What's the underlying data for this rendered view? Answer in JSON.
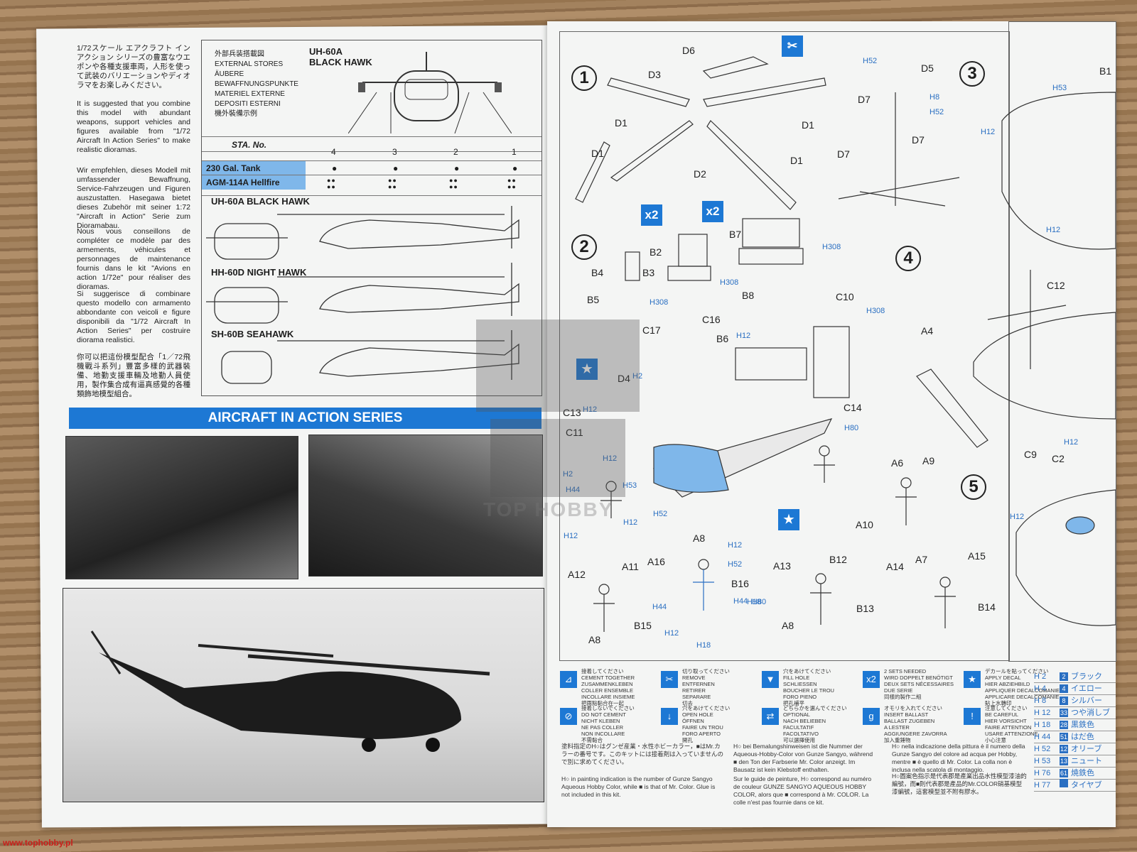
{
  "left_page": {
    "intro_jp": "1/72スケール エアクラフト イン アクション シリーズの豊富なウエポンや各種支援車両，人形を使って武装のバリエーションやディオラマをお楽しみください。",
    "intro_en": "It is suggested that you combine this model with abundant weapons, support vehicles and figures available from \"1/72 Aircraft In Action Series\" to make realistic dioramas.",
    "intro_de": "Wir empfehlen, dieses Modell mit umfassender Bewaffnung, Service-Fahrzeugen und Figuren auszustatten. Hasegawa bietet dieses Zubehör mit seiner 1:72 \"Aircraft in Action\" Serie zum Dioramabau.",
    "intro_fr": "Nous vous conseillons de compléter ce modèle par des armements, véhicules et personnages de maintenance fournis dans le kit \"Avions en action 1/72e\" pour réaliser des dioramas.",
    "intro_it": "Si suggerisce di combinare questo modello con armamento abbondante con veicoli e figure disponibili da \"1/72 Aircraft In Action Series\" per costruire diorama realistici.",
    "intro_zh": "你可以把這份模型配合「1／72飛機戰斗系列」豐富多樣的武器裝備、地勤支援車輛及地勤人員使用，製作集合成有逼真感覺的各種類飾地模型組合。",
    "stores_title_lines": [
      "外部兵装搭載図",
      "EXTERNAL STORES",
      "ÄUBERE",
      "BEWAFFNUNGSPUNKTE",
      "MATERIEL EXTERNE",
      "DEPOSITI ESTERNI",
      "機外裝備示例"
    ],
    "aircraft_title": "UH-60A",
    "aircraft_subtitle": "BLACK HAWK",
    "table_header": "STA. No.",
    "stations": [
      "4",
      "3",
      "2",
      "1"
    ],
    "stores": [
      {
        "name": "230 Gal. Tank",
        "marks": [
          "●",
          "●",
          "●",
          "●"
        ]
      },
      {
        "name": "AGM-114A Hellfire",
        "marks": [
          "●●\n●●",
          "●●\n●●",
          "●●\n●●",
          "●●\n●●"
        ]
      }
    ],
    "variants": [
      "UH-60A BLACK HAWK",
      "HH-60D NIGHT HAWK",
      "SH-60B SEAHAWK"
    ],
    "series_banner": "AIRCRAFT IN ACTION SERIES"
  },
  "right_page": {
    "steps": [
      "1",
      "2",
      "3",
      "4",
      "5"
    ],
    "multipliers": [
      "x2",
      "x2"
    ],
    "part_labels": [
      "D6",
      "D3",
      "D1",
      "D1",
      "D1",
      "D1",
      "D2",
      "D5",
      "D7",
      "D7",
      "D7",
      "B1",
      "B2",
      "B3",
      "B4",
      "B5",
      "B7",
      "B8",
      "C10",
      "C16",
      "C17",
      "B6",
      "D4",
      "C12",
      "A4",
      "C13",
      "C11",
      "C14",
      "A6",
      "A9",
      "A10",
      "C9",
      "C2",
      "A8",
      "A16",
      "A12",
      "A11",
      "A13",
      "B12",
      "A14",
      "A7",
      "A15",
      "B16",
      "B13",
      "B15",
      "A8",
      "A8",
      "B14"
    ],
    "paint_codes": [
      "H52",
      "H8",
      "H52",
      "H53",
      "H12",
      "H12",
      "H308",
      "H308",
      "H308",
      "H308",
      "H12",
      "H2",
      "H12",
      "H12",
      "H53",
      "H52",
      "H2",
      "H44",
      "H12",
      "H12",
      "H80",
      "H12",
      "H52",
      "H44",
      "H44",
      "H80",
      "H18",
      "H12",
      "H18",
      "H12",
      "H12"
    ]
  },
  "legend": [
    {
      "icon": "glue",
      "text": "接着してください\nCEMENT TOGETHER\nZUSAMMENKLEBEN\nCOLLER ENSEMBLE\nINCOLLARE INSIEME\n把兩點黏合在一起"
    },
    {
      "icon": "cut",
      "text": "切り取ってください\nREMOVE\nENTFERNEN\nRETIRER\nSEPARARE\n切去"
    },
    {
      "icon": "drill",
      "text": "穴をあけてください\nFILL HOLE\nSCHLIESSEN\nBOUCHER LE TROU\nFORO PIENO\n把孔補平"
    },
    {
      "icon": "x2",
      "text": "2 SETS NEEDED\nWIRD DOPPELT BENÖTIGT\nDEUX SETS NÉCESSAIRES\nDUE SERIE\n同樣的製作二組"
    },
    {
      "icon": "decal",
      "text": "デカールを貼ってください\nAPPLY DECAL\nHIER ABZIEHBILD\nAPPLIQUER DECALCOMANIE\nAPPLICARE DECALCOMANIE\n貼上水轉印"
    },
    {
      "icon": "no-glue",
      "text": "接着しないでください\nDO NOT CEMENT\nNICHT KLEBEN\nNE PAS COLLER\nNON INCOLLARE\n不需黏合"
    },
    {
      "icon": "open-hole",
      "text": "穴をあけてください\nOPEN HOLE\nÖFFNEN\nFAIRE UN TROU\nFORO APERTO\n開孔"
    },
    {
      "icon": "optional",
      "text": "どちらかを選んでください\nOPTIONAL\nNACH BELIEBEN\nFACULTATIF\nFACOLTATIVO\n可以選擇使用"
    },
    {
      "icon": "ballast",
      "text": "オモリを入れてください\nINSERT BALLAST\nBALLAST ZUGEBEN\nA LESTER\nAGGIUNGERE ZAVORRA\n加入重錘物"
    },
    {
      "icon": "careful",
      "text": "注意してください\nBE CAREFUL\nHIER VORSICHT\nFAIRE ATTENTION\nUSARE ATTENZIONE\n小心注意"
    }
  ],
  "notes": {
    "jp": "塗料指定のH○はグンゼ産業・水性ホビーカラー，■はMr.カラーの番号です。このキットには接着剤は入っていませんので別に求めてください。",
    "en": "H○ in painting indication is the number of Gunze Sangyo Aqueous Hobby Color, while ■ is that of Mr. Color. Glue is not included in this kit.",
    "de": "H○ bei Bemalungshinweisen ist die Nummer der Aqueous-Hobby-Color von Gunze Sangyo, während ■ den Ton der Farbserie Mr. Color anzeigt. Im Bausatz ist kein Klebstoff enthalten.",
    "fr": "Sur le guide de peinture, H○ correspond au numéro de couleur GUNZE SANGYO AQUEOUS HOBBY COLOR, alors que ■ correspond à Mr. COLOR. La colle n'est pas fournie dans ce kit.",
    "it": "H○ nella indicazione della pittura è il numero della Gunze Sangyo del colore ad acqua per Hobby, mentre ■ è quello di Mr. Color. La colla non è inclusa nella scatola di montaggio.",
    "zh": "H○圖案色指示是代表郡是產業出品水性模型漆油的編號，而■則代表郡是產品的Mr.COLOR硝基模型漆編號，這套模型並不附有膠水。"
  },
  "paint_table": [
    {
      "code": "H 2",
      "num": "2",
      "name": "ブラック"
    },
    {
      "code": "H 4",
      "num": "4",
      "name": "イエロー"
    },
    {
      "code": "H 8",
      "num": "8",
      "name": "シルバー"
    },
    {
      "code": "H 12",
      "num": "33",
      "name": "つや消しブ"
    },
    {
      "code": "H 18",
      "num": "28",
      "name": "黒鉄色"
    },
    {
      "code": "H 44",
      "num": "51",
      "name": "はだ色"
    },
    {
      "code": "H 52",
      "num": "12",
      "name": "オリーブ"
    },
    {
      "code": "H 53",
      "num": "13",
      "name": "ニュート"
    },
    {
      "code": "H 76",
      "num": "61",
      "name": "焼鉄色"
    },
    {
      "code": "H 77",
      "num": "",
      "name": "タイヤブ"
    }
  ],
  "site": "www.tophobby.pl",
  "watermark_text": "TOP HOBBY",
  "colors": {
    "accent_blue": "#1d78d4",
    "light_blue": "#7fb7ea",
    "paint_blue": "#2a6fc2",
    "paper": "#f4f5f4"
  }
}
